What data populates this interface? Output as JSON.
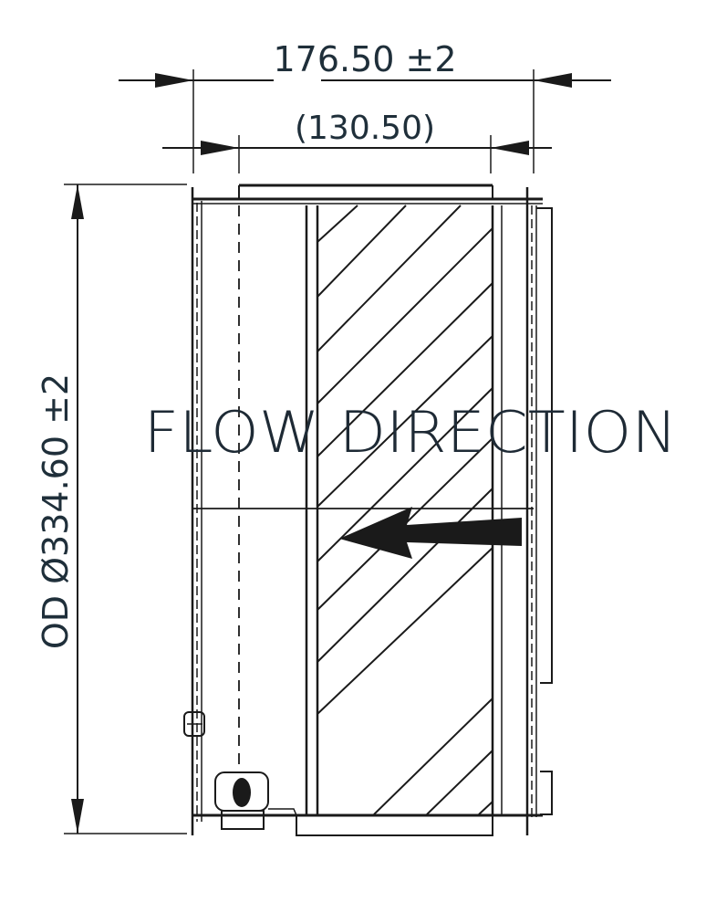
{
  "drawing": {
    "type": "technical-section-view",
    "subject": "cylindrical filter element cross-section",
    "dimensions": {
      "overall_width": {
        "value": "176.50",
        "tolerance": "±2",
        "label": "176.50 ±2"
      },
      "reference_width": {
        "value": "130.50",
        "reference": true,
        "label": "(130.50)"
      },
      "outer_diameter": {
        "prefix": "OD",
        "symbol": "Ø",
        "value": "334.60",
        "tolerance": "±2",
        "label": "OD Ø334.60 ±2"
      }
    },
    "annotation": {
      "flow_label": "FLOW DIRECTION",
      "flow_arrow_direction": "left"
    },
    "colors": {
      "line": "#1a1a1a",
      "text": "#1f2f3a",
      "background": "#ffffff"
    }
  }
}
